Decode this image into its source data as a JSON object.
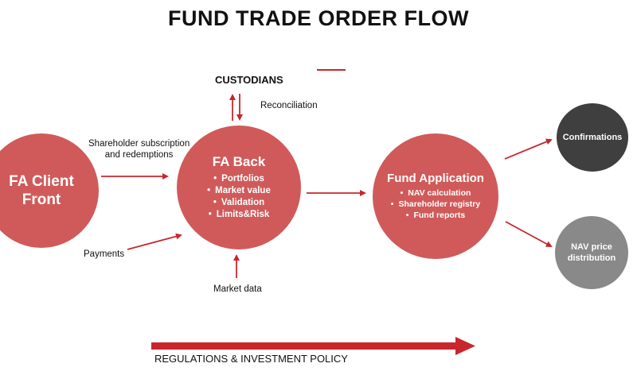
{
  "title": "FUND TRADE ORDER FLOW",
  "nodes": {
    "client": {
      "line1": "FA Client",
      "line2": "Front"
    },
    "back": {
      "title": "FA Back",
      "items": [
        "Portfolios",
        "Market value",
        "Validation",
        "Limits&Risk"
      ]
    },
    "fund_app": {
      "title": "Fund Application",
      "items": [
        "NAV calculation",
        "Shareholder registry",
        "Fund reports"
      ]
    },
    "confirmations": "Confirmations",
    "nav_price": {
      "line1": "NAV price",
      "line2": "distribution"
    }
  },
  "labels": {
    "custodians": "CUSTODIANS",
    "reconciliation": "Reconciliation",
    "shareholder_line1": "Shareholder subscription",
    "shareholder_line2": "and redemptions",
    "payments": "Payments",
    "market_data": "Market data",
    "regulations": "REGULATIONS & INVESTMENT POLICY"
  },
  "colors": {
    "accent": "#d05a5a",
    "arrow": "#c8262c",
    "dark_node": "#3f3f3f",
    "grey_node": "#898989"
  }
}
